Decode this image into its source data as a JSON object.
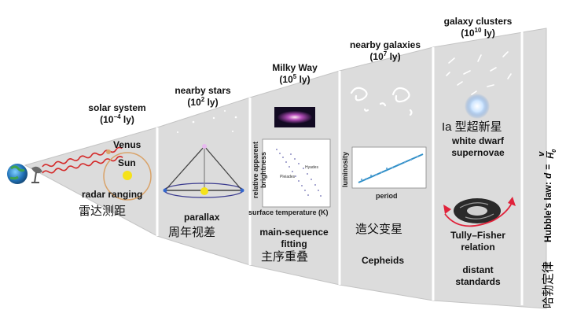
{
  "stages": [
    {
      "id": "solar",
      "label": "solar system",
      "distance_base": "10",
      "distance_exp": "−4",
      "distance_unit": "ly",
      "objects": [
        "Venus",
        "Sun"
      ],
      "method": "radar ranging",
      "method_cn": "雷达测距"
    },
    {
      "id": "stars",
      "label": "nearby stars",
      "distance_base": "10",
      "distance_exp": "2",
      "distance_unit": "ly",
      "method": "parallax",
      "method_cn": "周年视差"
    },
    {
      "id": "milkyway",
      "label": "Milky Way",
      "distance_base": "10",
      "distance_exp": "5",
      "distance_unit": "ly",
      "method_line1": "main-sequence",
      "method_line2": "fitting",
      "method_cn": "主序重叠",
      "plot": {
        "ylabel_line1": "relative apparent",
        "ylabel_line2": "brightness",
        "xlabel": "surface temperature (K)",
        "curve1": "Pleiades",
        "curve2": "Hyades"
      }
    },
    {
      "id": "galaxies",
      "label": "nearby galaxies",
      "distance_base": "10",
      "distance_exp": "7",
      "distance_unit": "ly",
      "method_cn": "造父变星",
      "method": "Cepheids",
      "plot": {
        "ylabel": "luminosity",
        "xlabel": "period"
      }
    },
    {
      "id": "clusters",
      "label": "galaxy clusters",
      "distance_base": "10",
      "distance_exp": "10",
      "distance_unit": "ly",
      "method1_cn": "Ia 型超新星",
      "method1_line1": "white dwarf",
      "method1_line2": "supernovae",
      "method2_line1": "Tully–Fisher",
      "method2_line2": "relation",
      "method3_line1": "distant",
      "method3_line2": "standards"
    }
  ],
  "hubble": {
    "label_cn": "哈勃定律",
    "label": "Hubble's law:",
    "lhs": "d",
    "eq": "=",
    "num": "v",
    "den": "H",
    "den_sub": "0"
  },
  "colors": {
    "band": "#dcdcdc",
    "band_edge": "#c4c4c4",
    "divider": "#ffffff",
    "beam": "#d42a2a",
    "orbit": "#d9a36a",
    "sun": "#f5e21a",
    "parallax": "#3b3b8f",
    "cepheid_fit": "#2f8fc8",
    "tully_arrow": "#e0223a"
  }
}
